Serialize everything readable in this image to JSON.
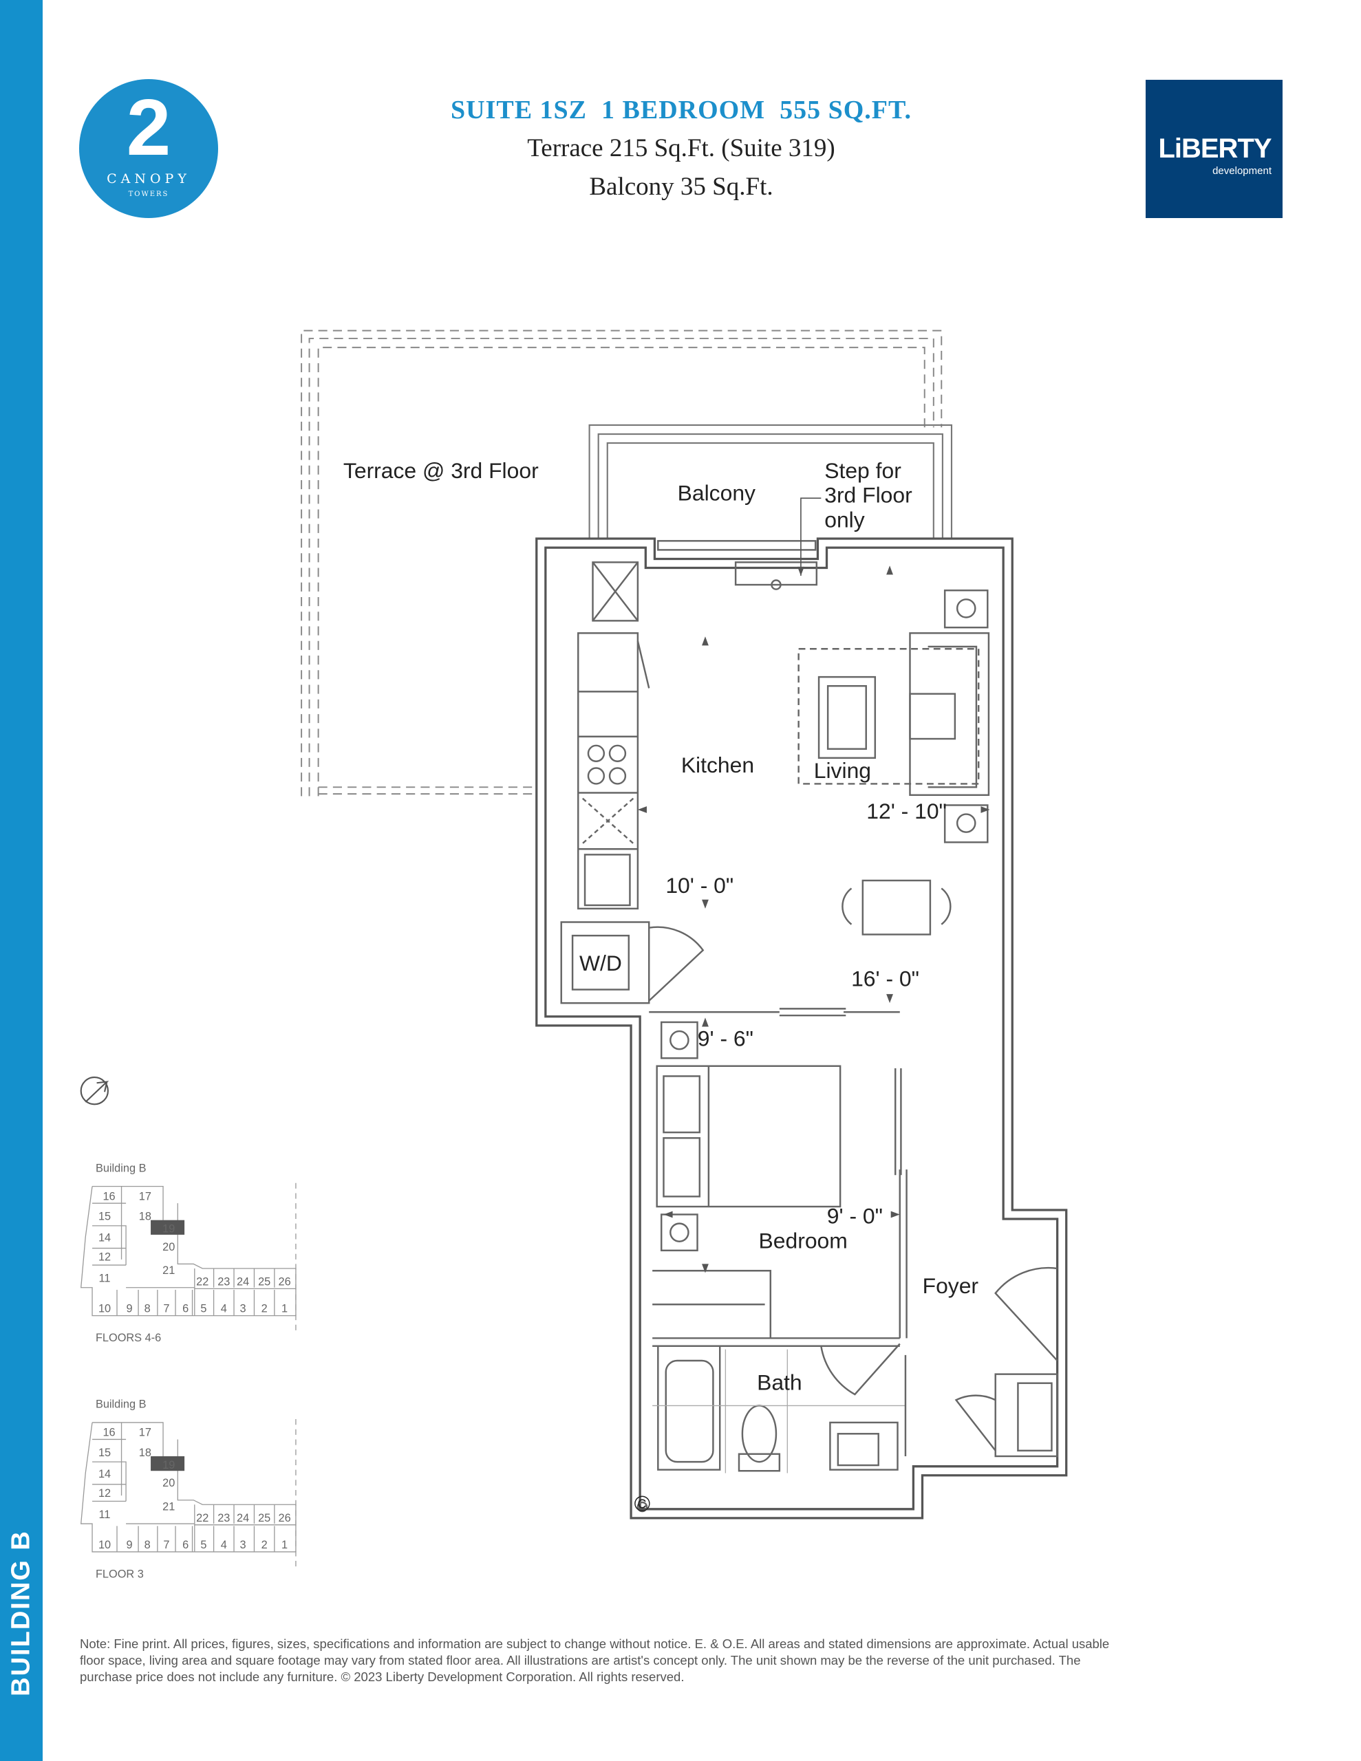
{
  "sidebar": {
    "label": "BUILDING B"
  },
  "logo": {
    "number": "2",
    "name": "CANOPY",
    "sub": "TOWERS"
  },
  "header": {
    "title": "SUITE 1SZ  1 BEDROOM  555 SQ.FT.",
    "terrace": "Terrace 215 Sq.Ft. (Suite 319)",
    "balcony": "Balcony 35 Sq.Ft."
  },
  "brand": {
    "name": "LiBERTY",
    "sub": "development"
  },
  "plan": {
    "terrace": "Terrace @ 3rd Floor",
    "balcony": "Balcony",
    "step": [
      "Step for",
      "3rd Floor",
      "only"
    ],
    "kitchen": "Kitchen",
    "living": "Living",
    "living_dim": "12' - 10\"",
    "kitchen_dim": "10' - 0\"",
    "wd": "W/D",
    "length_dim": "16' - 0\"",
    "bedroom_width_dim": "9' - 6\"",
    "bedroom_dim": "9' - 0\"",
    "bedroom": "Bedroom",
    "foyer": "Foyer",
    "bath": "Bath",
    "copyright_mark": "©"
  },
  "keyplans": [
    {
      "building": "Building B",
      "floors": "FLOORS 4-6",
      "highlight": "19"
    },
    {
      "building": "Building B",
      "floors": "FLOOR 3",
      "highlight": "19"
    }
  ],
  "keyplan_units": [
    "16",
    "17",
    "18",
    "19",
    "15",
    "14",
    "20",
    "12",
    "21",
    "11",
    "22",
    "23",
    "24",
    "25",
    "26",
    "10",
    "9",
    "8",
    "7",
    "6",
    "5",
    "4",
    "3",
    "2",
    "1"
  ],
  "colors": {
    "accent": "#1c8fcb",
    "brand": "#034077",
    "wall": "#555555"
  },
  "note": "Note: Fine print. All prices, figures, sizes, specifications and information are subject to change without notice. E. & O.E. All areas and stated dimensions are approximate. Actual usable floor space, living area and square footage may vary from stated floor area. All illustrations are artist's concept only. The unit shown may be the reverse of the unit purchased. The purchase price does not include any furniture. © 2023 Liberty Development Corporation. All rights reserved."
}
